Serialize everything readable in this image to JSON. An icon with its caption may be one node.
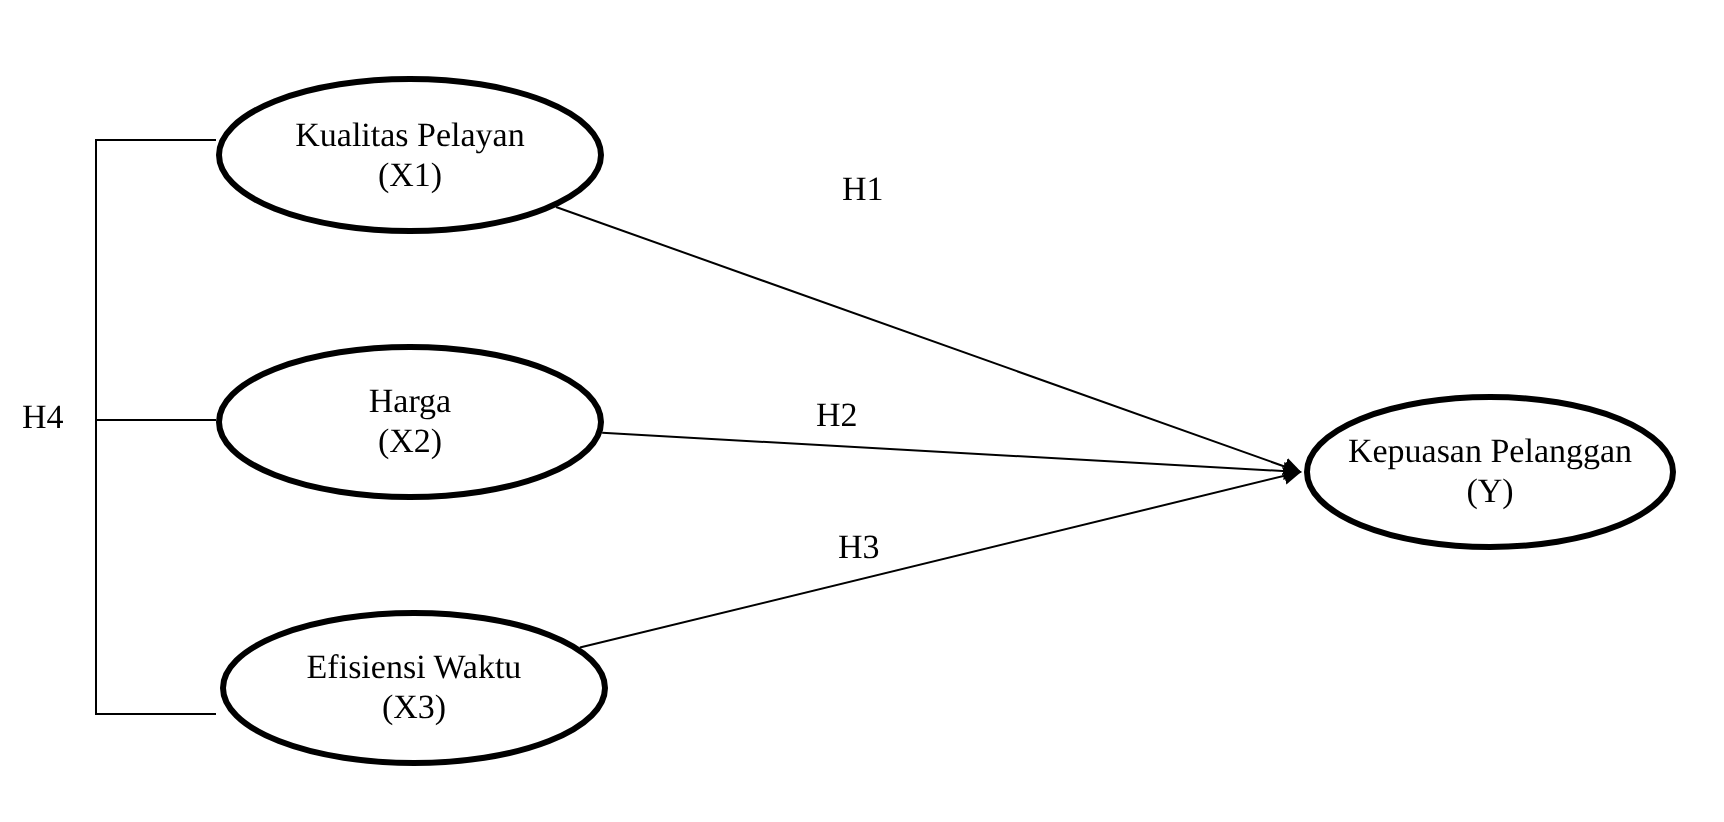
{
  "diagram": {
    "nodes": [
      {
        "text": [
          "Kualitas Pelayan (X1)"
        ]
      },
      {
        "text": [
          "Harga (X2)"
        ]
      },
      {
        "text": [
          "Efisiensi Waktu (X3)"
        ]
      },
      {
        "text": [
          "Kepuasan Pelanggan (Y)"
        ]
      }
    ],
    "edges": [
      {
        "from": 0,
        "to": 3,
        "arrow": "to",
        "label": "H1"
      },
      {
        "from": 1,
        "to": 3,
        "arrow": "to",
        "label": "H2"
      },
      {
        "from": 2,
        "to": 3,
        "arrow": "to",
        "label": "H3"
      }
    ],
    "labels": [
      "H4"
    ]
  }
}
